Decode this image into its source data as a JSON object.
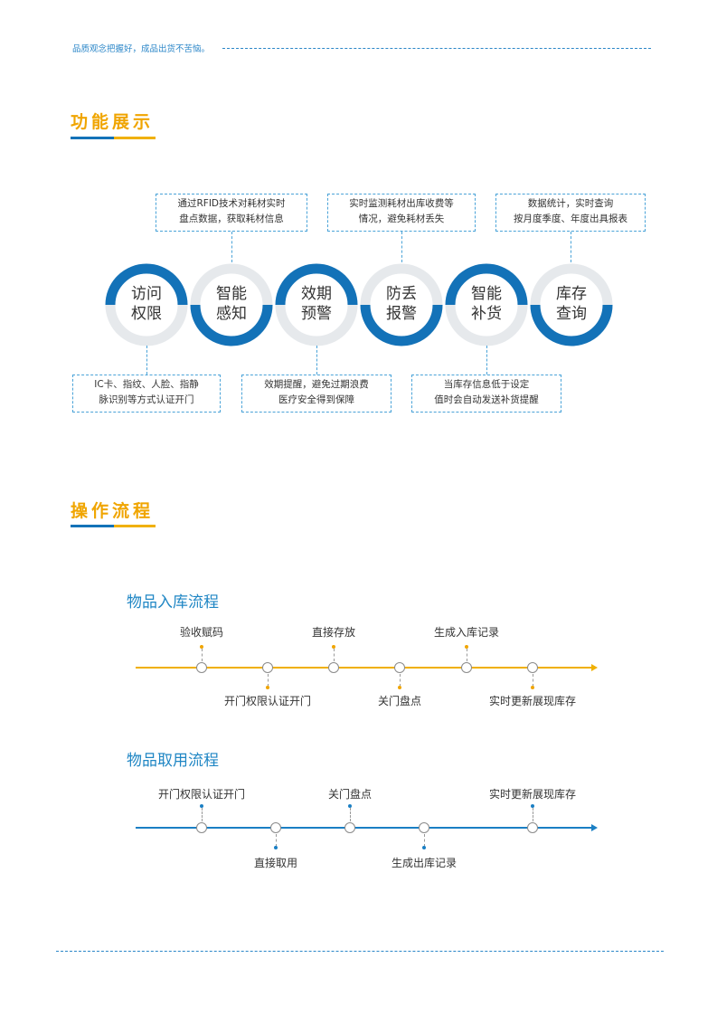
{
  "header": {
    "tagline": "品质观念把握好，成品出货不苦恼。"
  },
  "sections": {
    "features_title": "功能展示",
    "process_title": "操作流程"
  },
  "features": {
    "circles": [
      {
        "line1": "访问",
        "line2": "权限"
      },
      {
        "line1": "智能",
        "line2": "感知"
      },
      {
        "line1": "效期",
        "line2": "预警"
      },
      {
        "line1": "防丢",
        "line2": "报警"
      },
      {
        "line1": "智能",
        "line2": "补货"
      },
      {
        "line1": "库存",
        "line2": "查询"
      }
    ],
    "callouts_top": [
      {
        "line1": "通过RFID技术对耗材实时",
        "line2": "盘点数据，获取耗材信息"
      },
      {
        "line1": "实时监测耗材出库收费等",
        "line2": "情况，避免耗材丢失"
      },
      {
        "line1": "数据统计，实时查询",
        "line2": "按月度季度、年度出具报表"
      }
    ],
    "callouts_bottom": [
      {
        "line1": "IC卡、指纹、人脸、指静",
        "line2": "脉识别等方式认证开门"
      },
      {
        "line1": "效期提醒，避免过期浪费",
        "line2": "医疗安全得到保障"
      },
      {
        "line1": "当库存信息低于设定",
        "line2": "值时会自动发送补货提醒"
      }
    ]
  },
  "inbound": {
    "title": "物品入库流程",
    "color": "#f0a500",
    "steps_above": [
      "验收赋码",
      "直接存放",
      "生成入库记录"
    ],
    "steps_below": [
      "开门权限认证开门",
      "关门盘点",
      "实时更新展现库存"
    ]
  },
  "outbound": {
    "title": "物品取用流程",
    "color": "#1a7fc4",
    "steps_above": [
      "开门权限认证开门",
      "关门盘点",
      "实时更新展现库存"
    ],
    "steps_below": [
      "直接取用",
      "生成出库记录"
    ]
  },
  "colors": {
    "blue": "#1372b8",
    "orange": "#f0b000",
    "ring_grey": "#e6e9ec"
  }
}
